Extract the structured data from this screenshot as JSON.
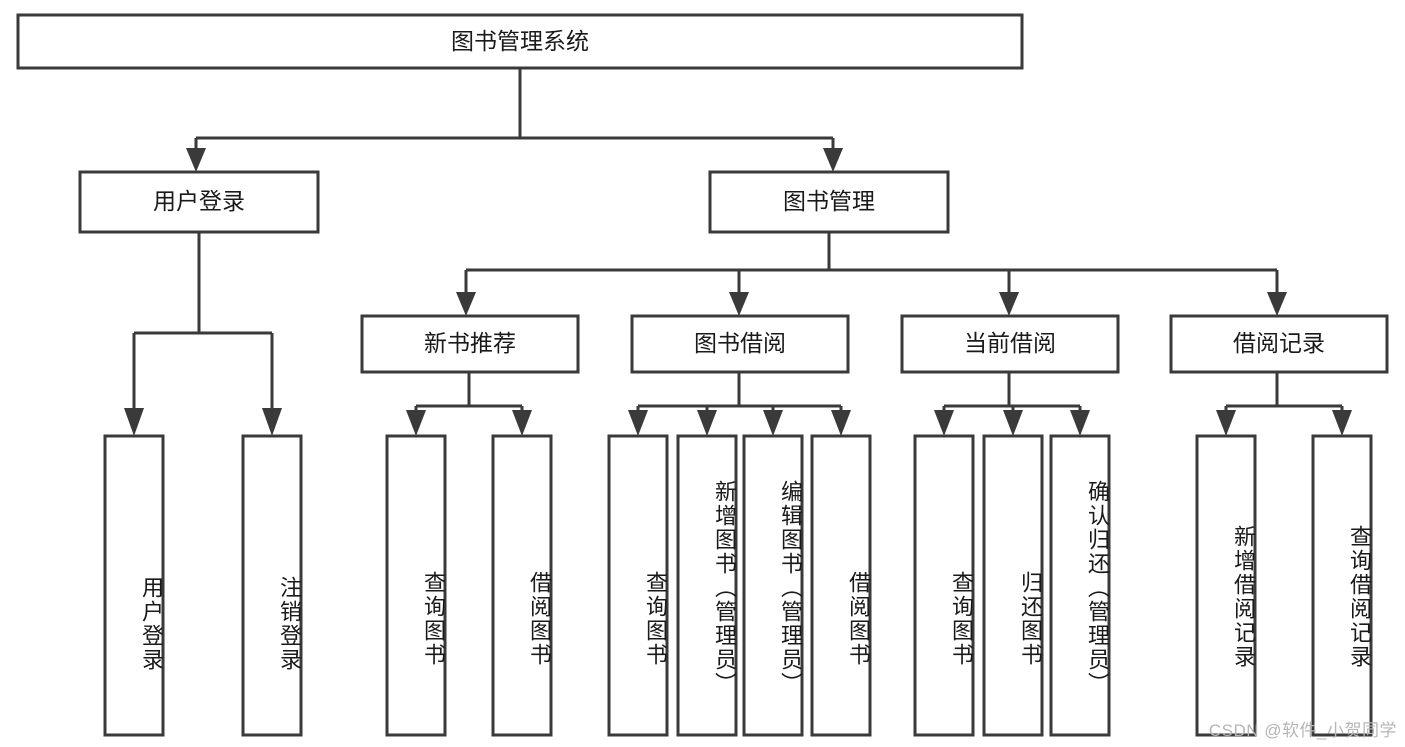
{
  "diagram": {
    "title_node": {
      "label": "图书管理系统"
    },
    "level2": [
      {
        "id": "user-login",
        "label": "用户登录"
      },
      {
        "id": "book-manage",
        "label": "图书管理"
      }
    ],
    "level3": [
      {
        "id": "new-book-recommend",
        "label": "新书推荐",
        "parent": "book-manage"
      },
      {
        "id": "book-borrow",
        "label": "图书借阅",
        "parent": "book-manage"
      },
      {
        "id": "current-borrow",
        "label": "当前借阅",
        "parent": "book-manage"
      },
      {
        "id": "borrow-record",
        "label": "借阅记录",
        "parent": "book-manage"
      }
    ],
    "leaves": {
      "user-login": [
        {
          "id": "leaf-user-login",
          "label": "用户登录"
        },
        {
          "id": "leaf-logout",
          "label": "注销登录"
        }
      ],
      "new-book-recommend": [
        {
          "id": "leaf-query-book-1",
          "label": "查询图书"
        },
        {
          "id": "leaf-borrow-book-1",
          "label": "借阅图书"
        }
      ],
      "book-borrow": [
        {
          "id": "leaf-query-book-2",
          "label": "查询图书"
        },
        {
          "id": "leaf-add-book",
          "label": "新增图书（管理员）"
        },
        {
          "id": "leaf-edit-book",
          "label": "编辑图书（管理员）"
        },
        {
          "id": "leaf-borrow-book-2",
          "label": "借阅图书"
        }
      ],
      "current-borrow": [
        {
          "id": "leaf-query-book-3",
          "label": "查询图书"
        },
        {
          "id": "leaf-return-book",
          "label": "归还图书"
        },
        {
          "id": "leaf-confirm-return",
          "label": "确认归还（管理员）"
        }
      ],
      "borrow-record": [
        {
          "id": "leaf-add-record",
          "label": "新增借阅记录"
        },
        {
          "id": "leaf-query-record",
          "label": "查询借阅记录"
        }
      ]
    }
  },
  "watermark": {
    "text": "CSDN @软件_小贺同学"
  },
  "colors": {
    "stroke": "#3a3a3a",
    "box_fill": "#ffffff",
    "text": "#1a1a1a",
    "watermark": "#b6b6b6",
    "background": "#ffffff"
  }
}
